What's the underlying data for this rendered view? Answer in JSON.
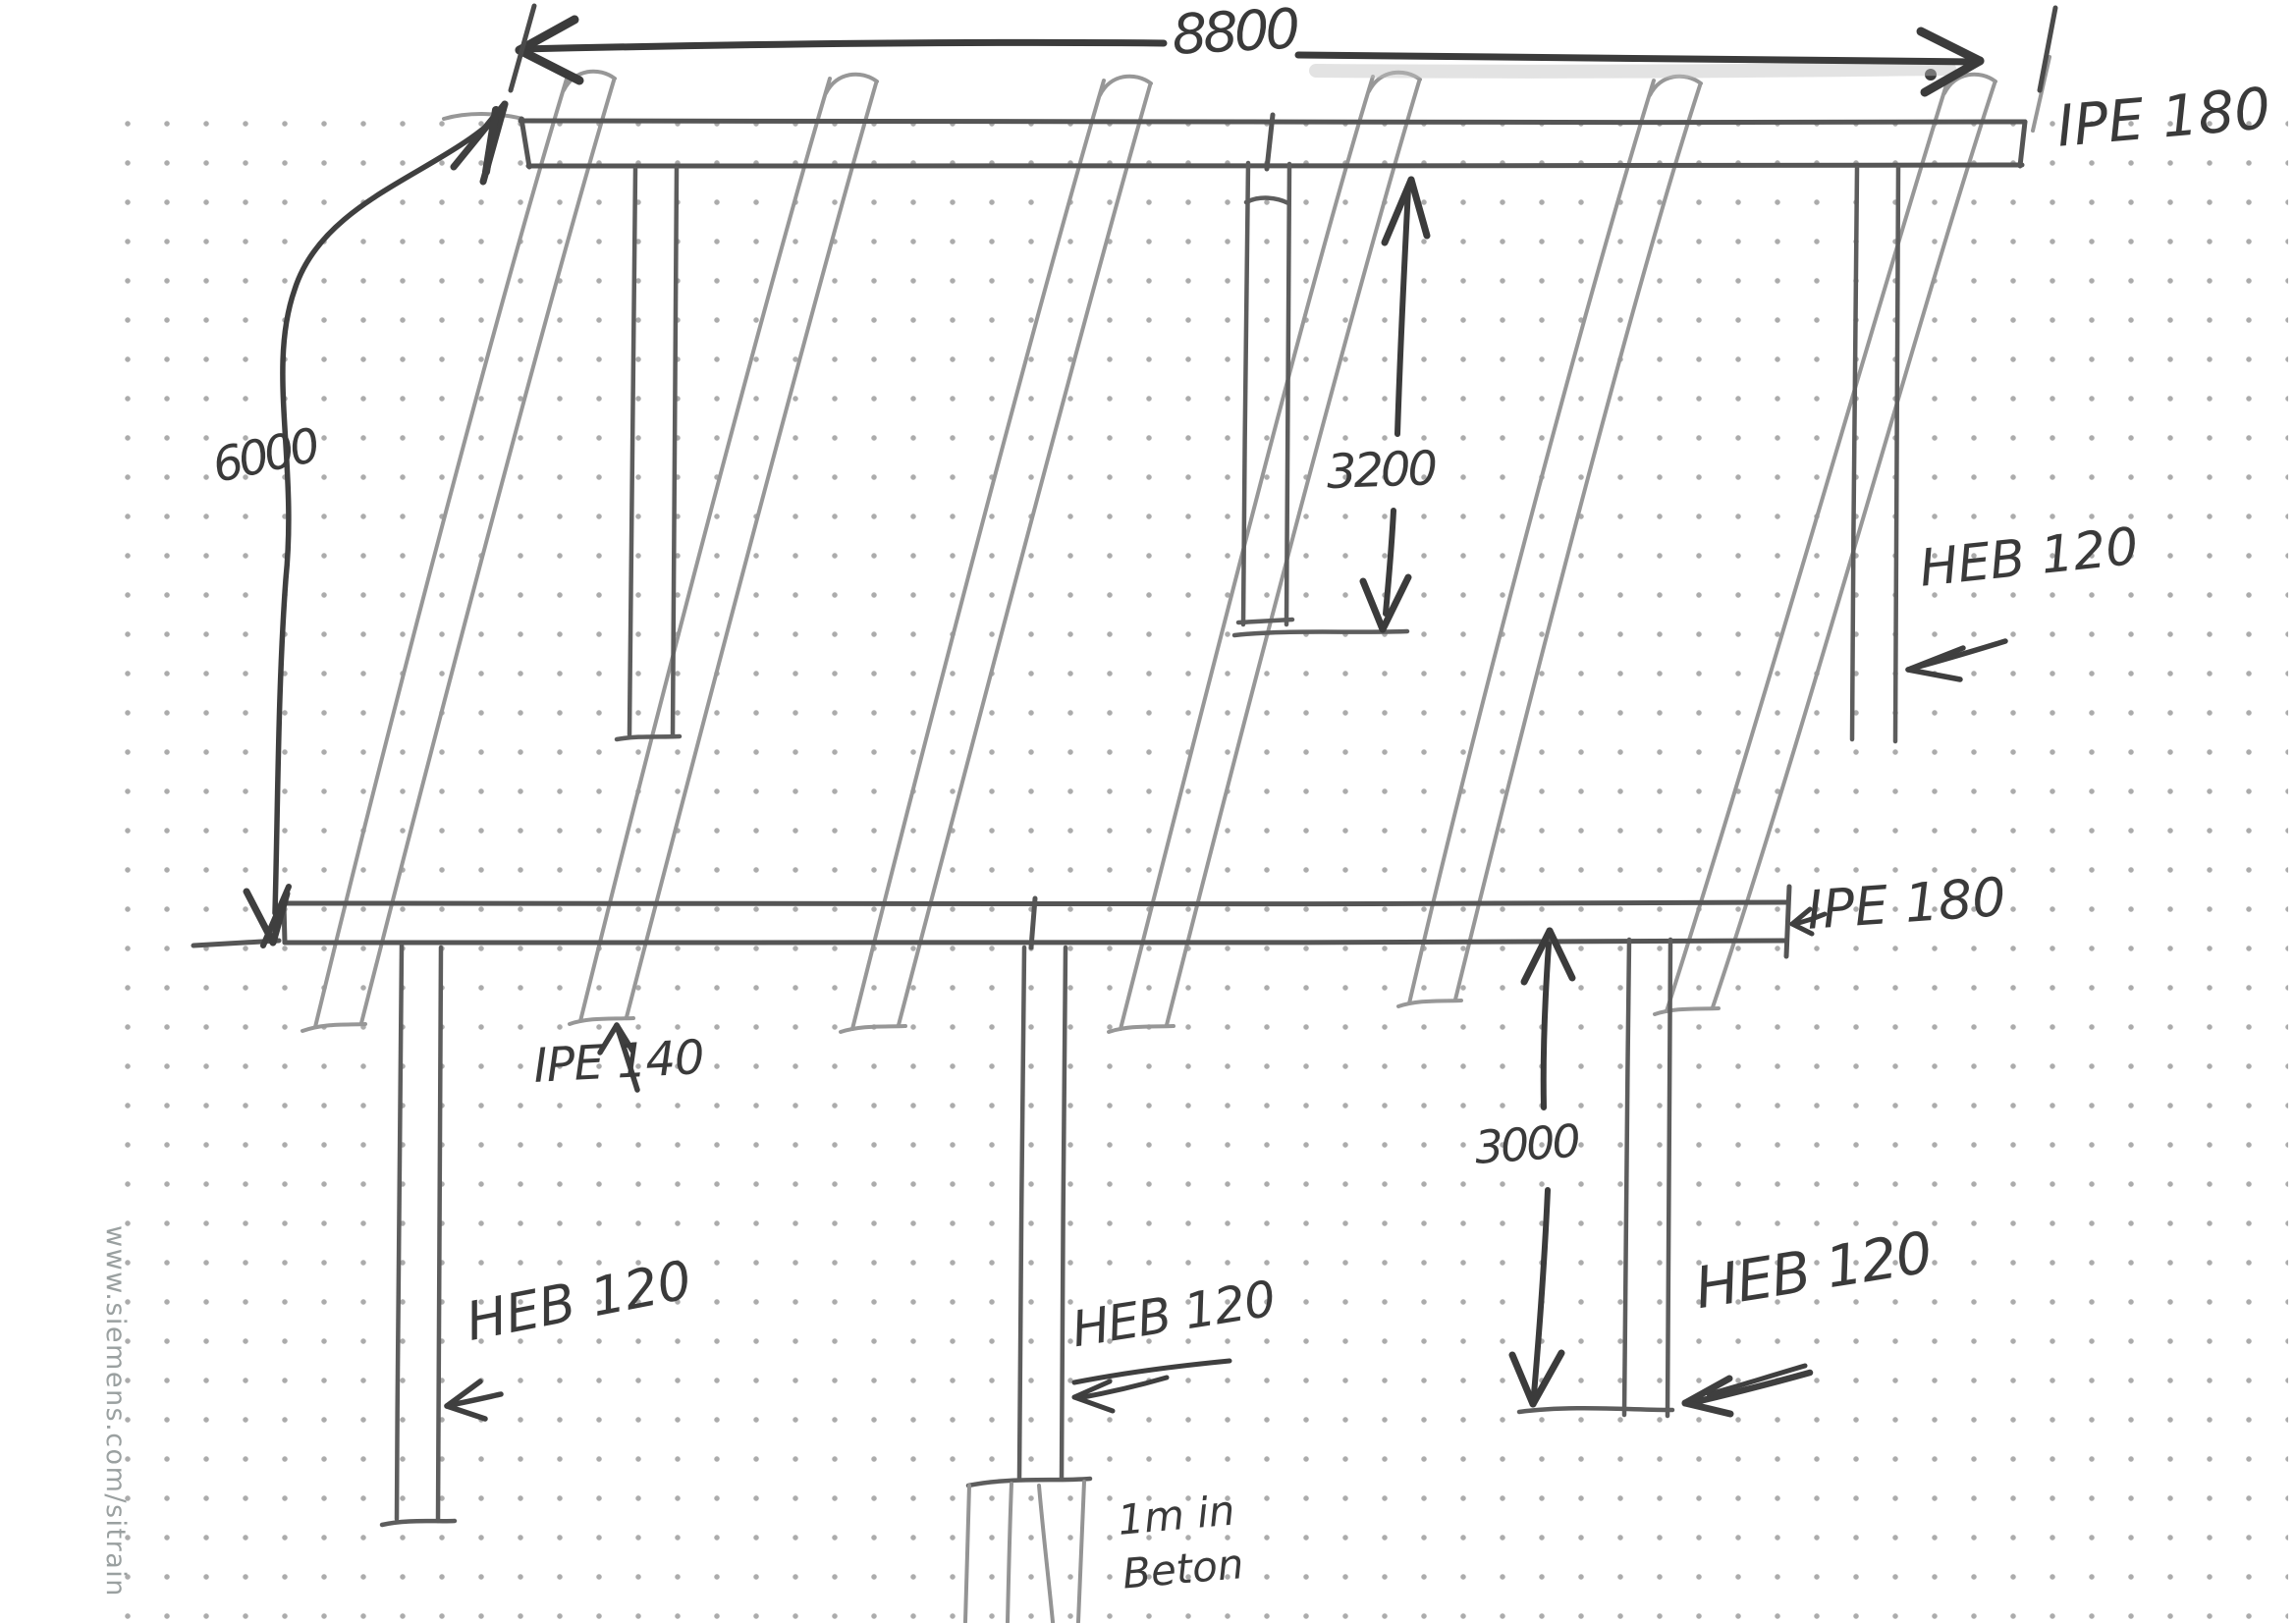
{
  "page": {
    "watermark": "www.siemens.com/sitrain"
  },
  "sketch": {
    "dimensions": {
      "total_width": "8800",
      "rafter_length": "6000",
      "back_column_height": "3200",
      "front_column_height": "3000"
    },
    "labels": {
      "top_beam": "IPE 180",
      "front_beam": "IPE 180",
      "rafters": "IPE 140",
      "back_right_column": "HEB 120",
      "front_left_column": "HEB 120",
      "front_center_column": "HEB 120",
      "front_right_column": "HEB 120"
    },
    "notes": {
      "foundation_line1": "1m in",
      "foundation_line2": "Beton"
    },
    "colors": {
      "paper": "#ffffff",
      "dot_grid": "#8f8f8f",
      "pencil_light": "#979797",
      "pencil_mid": "#585858",
      "marker_dark": "#3b3b3b",
      "watermark": "#9aa0a0"
    }
  }
}
